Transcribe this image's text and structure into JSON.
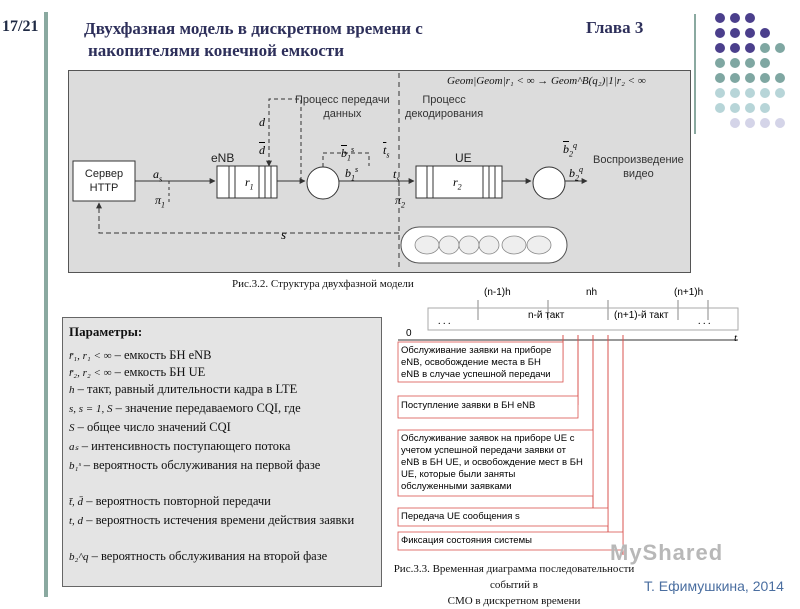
{
  "slide_number": "17/21",
  "title_line1": "Двухфазная модель в дискретном времени с",
  "title_line2": "накопителями конечной емкости",
  "chapter": "Глава 3",
  "diagram": {
    "formula": "Geom|Geom|r₁ < ∞ → Geom^B(q₂)|1|r₂ < ∞",
    "process_transfer": [
      "Процесс передачи",
      "данных"
    ],
    "process_decode": [
      "Процесс",
      "декодирования"
    ],
    "server": [
      "Сервер",
      "HTTP"
    ],
    "enb": "eNB",
    "ue": "UE",
    "playback": [
      "Воспроизведение",
      "видео"
    ],
    "r1": "r",
    "r1_sub": "1",
    "r2": "r",
    "r2_sub": "2",
    "as": "a",
    "as_sub": "s",
    "pi1": "π",
    "pi1_sub": "1",
    "pi2": "π",
    "pi2_sub": "2",
    "d": "d",
    "dbar": "d",
    "tbar": "t",
    "tbar_sub": "s",
    "ts": "t",
    "ts_sub": "s",
    "b1bar": "b",
    "b1_sub": "1",
    "b1_sup": "s",
    "b1": "b",
    "b2bar": "b",
    "b2_sub": "2",
    "b2_sup": "q",
    "b2": "b",
    "s": "s"
  },
  "fig2_caption": "Рис.3.2. Структура двухфазной модели",
  "params": {
    "heading": "Параметры:",
    "rows": [
      {
        "sym": "r̄₁, r₁ < ∞",
        "text": "– емкость БН eNB"
      },
      {
        "sym": "r̄₂, r₂ < ∞",
        "text": "– емкость БН UE"
      },
      {
        "sym": "h",
        "text": "– такт, равный длительности кадра в LTE"
      },
      {
        "sym": "s, s = 1, S",
        "text": "– значение передаваемого CQI, где"
      },
      {
        "sym": "S",
        "text": "– общее число значений CQI"
      },
      {
        "sym": "aₛ",
        "text": "– интенсивность поступающего потока"
      },
      {
        "sym": "b₁ˢ",
        "text": "– вероятность обслуживания на первой фазе"
      },
      {
        "sym": "t̄, d̄",
        "text": "– вероятность повторной передачи"
      },
      {
        "sym": "t, d",
        "text": "– вероятность истечения времени действия заявки"
      },
      {
        "sym": "b₂^q",
        "text": "– вероятность обслуживания на второй фазе"
      }
    ]
  },
  "timing": {
    "ticks": [
      "(n-1)h",
      "nh",
      "(n+1)h"
    ],
    "tacts": [
      "n-й такт",
      "(n+1)-й такт"
    ],
    "dots": ". . .",
    "zero": "0",
    "t_axis": "t",
    "events": [
      [
        "Обслуживание заявки на приборе",
        "eNB, освобождение места в БН",
        "eNB в случае успешной передачи"
      ],
      [
        "Поступление заявки в БН eNB"
      ],
      [
        "Обслуживание заявок на приборе UE с",
        "учетом успешной передачи заявки от",
        "eNB в БН UE, и освобождение мест в БН",
        "UE, которые были заняты",
        "обслуженными заявками"
      ],
      [
        "Передача UE сообщения s"
      ],
      [
        "Фиксация состояния системы"
      ]
    ]
  },
  "fig3_caption": [
    "Рис.3.3. Временная диаграмма последовательности событий в",
    "СМО в дискретном времени"
  ],
  "author": "Т. Ефимушкина, 2014",
  "watermark": "MyShared",
  "colors": {
    "title": "#2d2f5a",
    "accent_bar": "#8aa9a0",
    "dots_purple": "#4b3f8c",
    "dots_teal": "#7fa7a2",
    "dots_light": "#b7d5d8",
    "timing_red": "#d9534f"
  }
}
